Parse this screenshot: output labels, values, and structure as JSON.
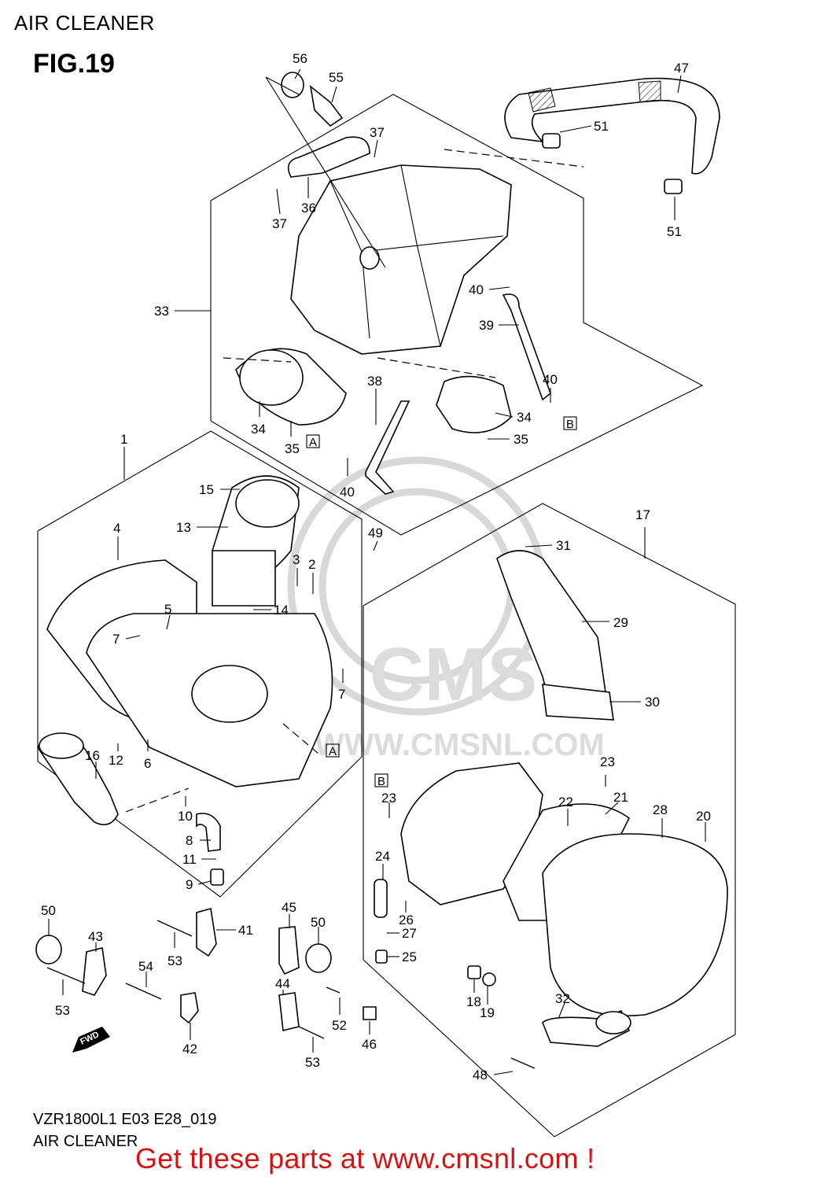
{
  "header": {
    "title": "AIR CLEANER",
    "figure": "FIG.19"
  },
  "footer": {
    "model_code": "VZR1800L1 E03 E28_019",
    "caption": "AIR CLEANER",
    "promo": "Get these parts at www.cmsnl.com !"
  },
  "watermark": {
    "brand": "CMS",
    "url": "WWW.CMSNL.COM"
  },
  "fwd_badge": "FWD",
  "reference_boxes": [
    "A",
    "A",
    "B",
    "B"
  ],
  "callouts": [
    "56",
    "55",
    "47",
    "37",
    "51",
    "37",
    "36",
    "51",
    "33",
    "40",
    "39",
    "40",
    "38",
    "34",
    "34",
    "35",
    "40",
    "35",
    "1",
    "15",
    "17",
    "13",
    "49",
    "31",
    "4",
    "3",
    "2",
    "14",
    "29",
    "5",
    "7",
    "7",
    "30",
    "16",
    "12",
    "6",
    "23",
    "10",
    "21",
    "23",
    "22",
    "28",
    "20",
    "8",
    "11",
    "24",
    "9",
    "26",
    "27",
    "25",
    "50",
    "45",
    "41",
    "43",
    "50",
    "53",
    "54",
    "18",
    "19",
    "32",
    "44",
    "53",
    "42",
    "52",
    "46",
    "53",
    "48"
  ],
  "colors": {
    "line": "#000000",
    "promo": "#d41414",
    "watermark": "#d8d8d8"
  }
}
